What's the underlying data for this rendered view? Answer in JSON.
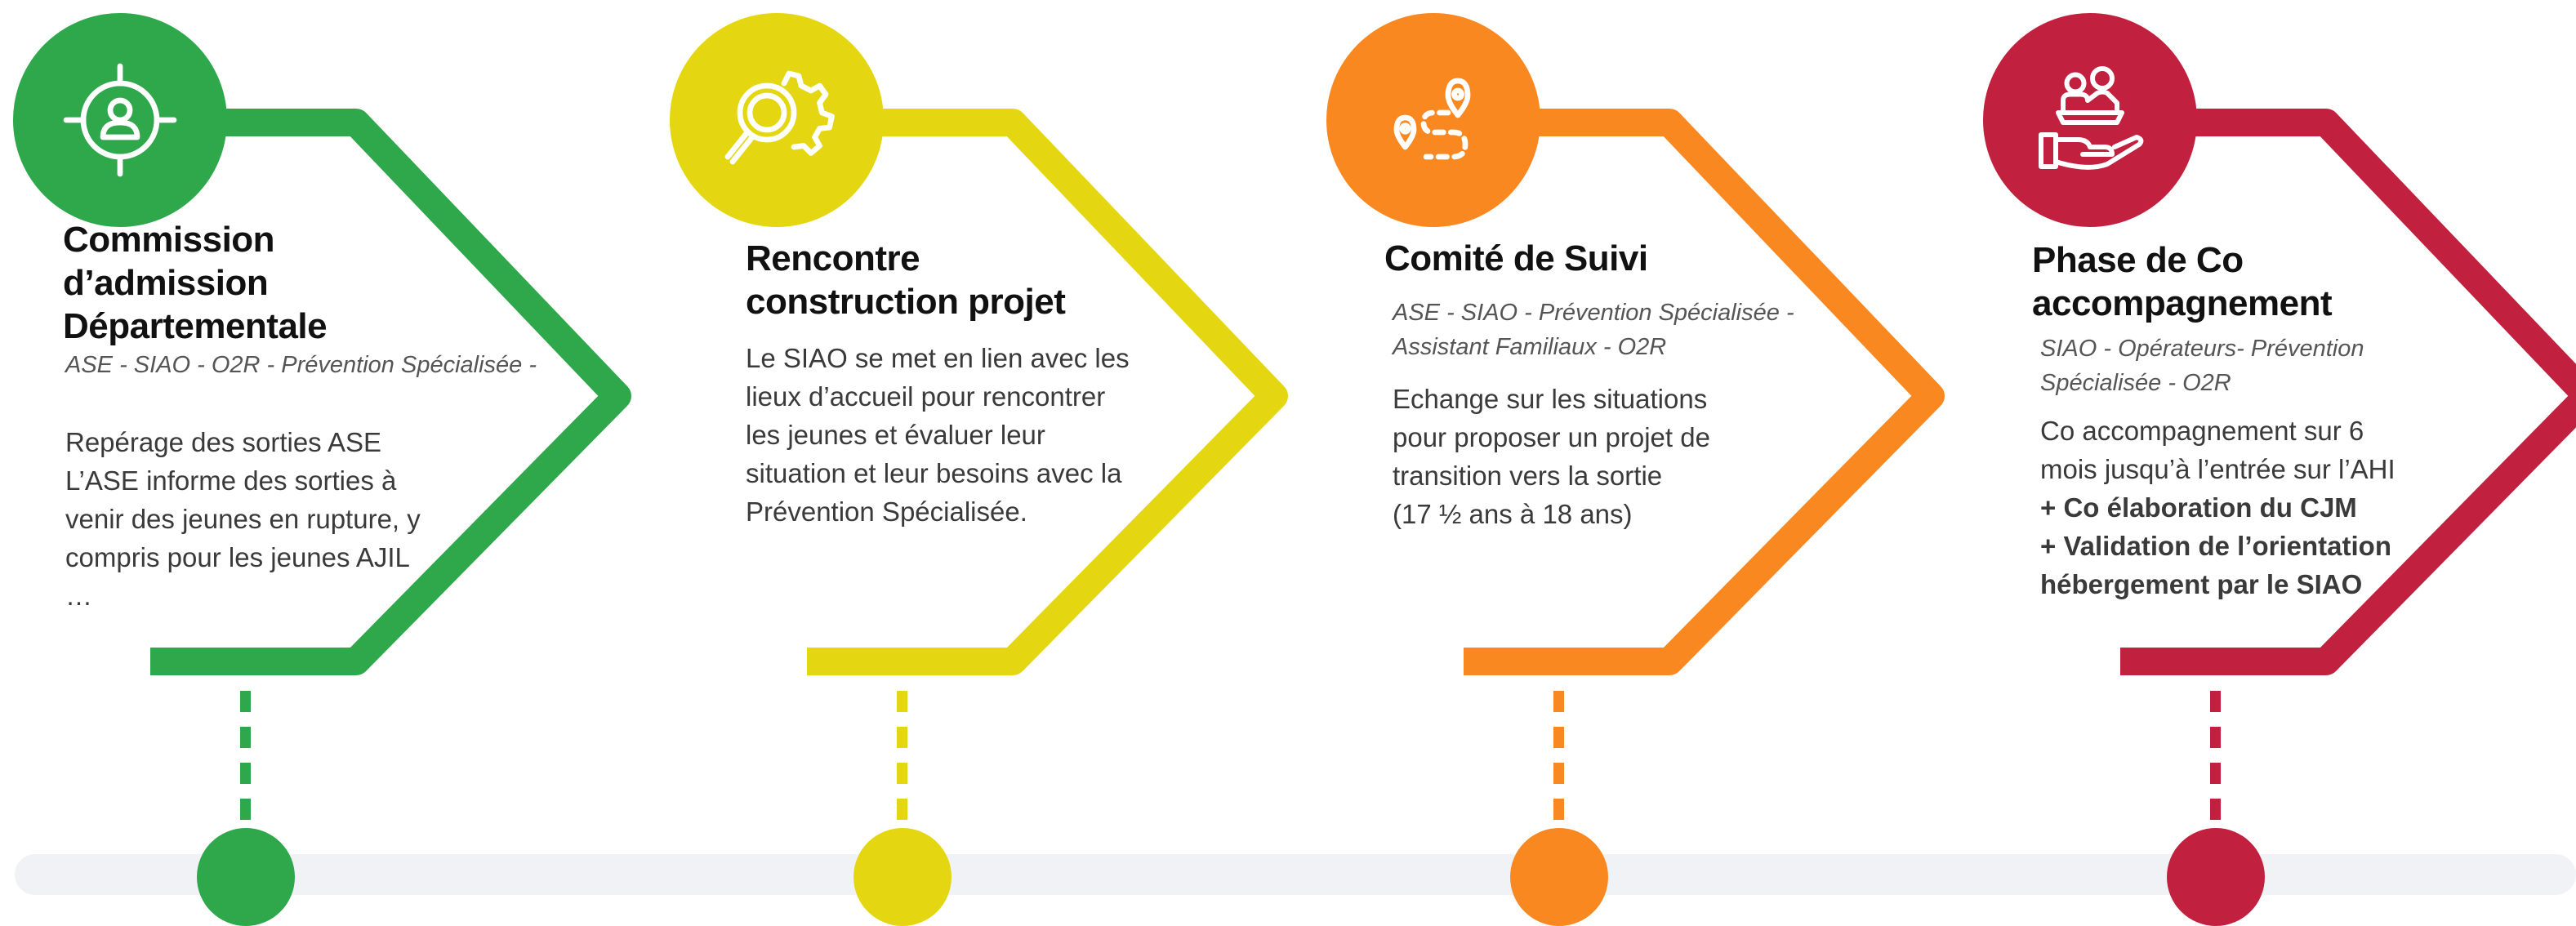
{
  "colors": {
    "green": "#2ea84a",
    "yellow": "#e4d711",
    "orange": "#f98821",
    "red": "#c1213f",
    "track": "#f1f2f5"
  },
  "steps": [
    {
      "icon": "target-person-icon",
      "color": "#2ea84a",
      "title_lines": [
        "Commission",
        "d’admission",
        "Départementale"
      ],
      "members_lines": [
        "ASE - SIAO - O2R -  Prévention Spécialisée -"
      ],
      "desc_lines": [
        {
          "text": "Repérage des sorties ASE",
          "bold": false
        },
        {
          "text": "L’ASE informe des sorties à",
          "bold": false
        },
        {
          "text": "venir des jeunes en rupture, y",
          "bold": false
        },
        {
          "text": "compris pour les jeunes AJIL",
          "bold": false
        },
        {
          "text": "…",
          "bold": false
        }
      ]
    },
    {
      "icon": "magnifier-gear-icon",
      "color": "#e4d711",
      "title_lines": [
        "Rencontre",
        "construction projet"
      ],
      "members_lines": [],
      "desc_lines": [
        {
          "text": "Le SIAO se met en lien avec les",
          "bold": false
        },
        {
          "text": "lieux d’accueil pour rencontrer",
          "bold": false
        },
        {
          "text": "les jeunes et évaluer leur",
          "bold": false
        },
        {
          "text": "situation et leur besoins avec la",
          "bold": false
        },
        {
          "text": "Prévention Spécialisée.",
          "bold": false
        }
      ]
    },
    {
      "icon": "route-pins-icon",
      "color": "#f98821",
      "title_lines": [
        "Comité de Suivi"
      ],
      "members_lines": [
        "ASE - SIAO -  Prévention Spécialisée -",
        "Assistant Familiaux  - O2R"
      ],
      "desc_lines": [
        {
          "text": "Echange sur les situations",
          "bold": false
        },
        {
          "text": "pour proposer un projet de",
          "bold": false
        },
        {
          "text": "transition vers la sortie",
          "bold": false
        },
        {
          "text": "(17 ½  ans à 18 ans)",
          "bold": false
        }
      ]
    },
    {
      "icon": "people-hand-icon",
      "color": "#c1213f",
      "title_lines": [
        "Phase de Co",
        "accompagnement"
      ],
      "members_lines": [
        "SIAO - Opérateurs- Prévention",
        "Spécialisée - O2R"
      ],
      "desc_lines": [
        {
          "text": "Co accompagnement sur 6",
          "bold": false
        },
        {
          "text": "mois jusqu’à l’entrée sur l’AHI",
          "bold": false
        },
        {
          "text": "+ Co élaboration du CJM",
          "bold": true
        },
        {
          "text": "+ Validation de l’orientation",
          "bold": true
        },
        {
          "text": "hébergement par le SIAO",
          "bold": true
        }
      ]
    }
  ]
}
